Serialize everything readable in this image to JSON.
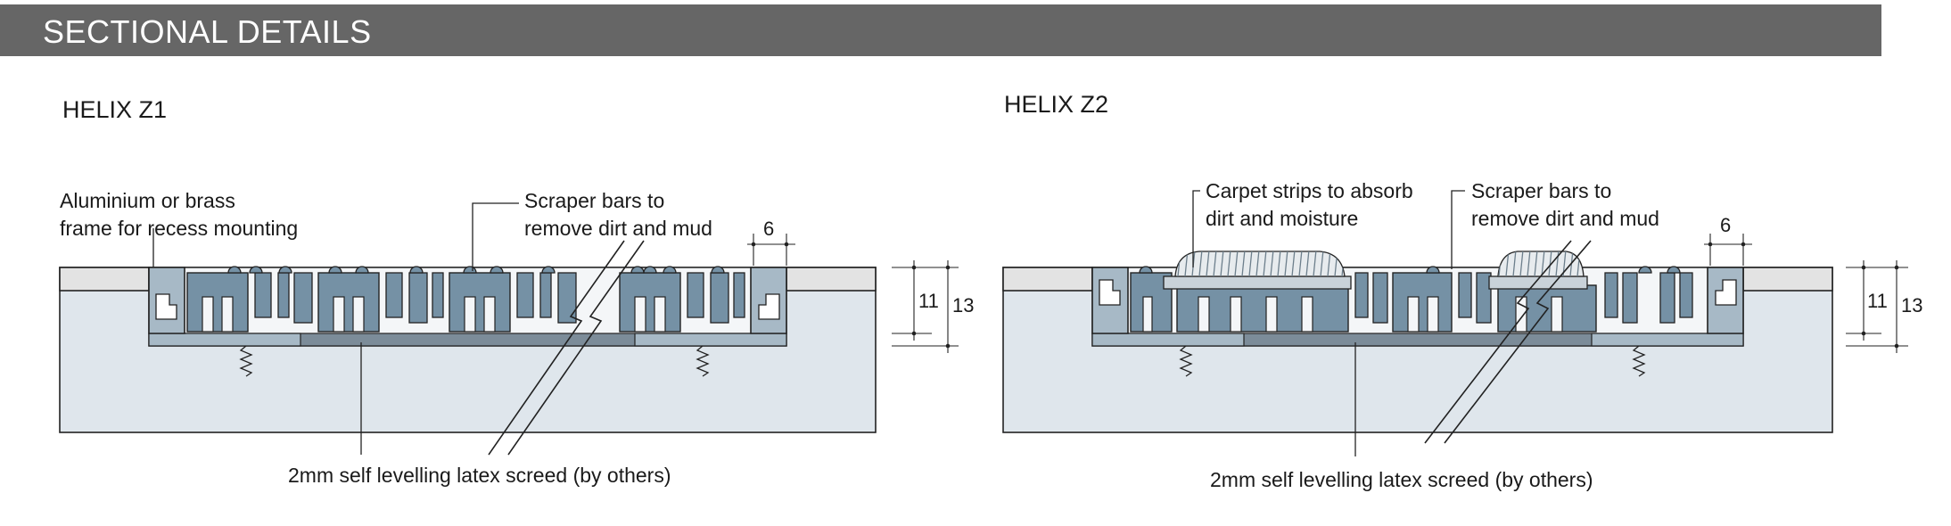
{
  "header": {
    "title": "SECTIONAL DETAILS"
  },
  "z1": {
    "heading": "HELIX Z1",
    "frame_label": [
      "Aluminium or brass",
      "frame for recess mounting"
    ],
    "scraper_label": [
      "Scraper bars to",
      "remove dirt and mud"
    ],
    "screed_label": "2mm self levelling latex screed (by others)",
    "dim_width": "6",
    "dim_inner_height": "11",
    "dim_outer_height": "13"
  },
  "z2": {
    "heading": "HELIX Z2",
    "carpet_label": [
      "Carpet strips to absorb",
      "dirt and moisture"
    ],
    "scraper_label": [
      "Scraper bars to",
      "remove dirt and mud"
    ],
    "screed_label": "2mm self levelling latex screed (by others)",
    "dim_width": "6",
    "dim_inner_height": "11",
    "dim_outer_height": "13"
  },
  "colors": {
    "banner": "#666666",
    "concrete": "#dfe6ec",
    "floor_finish": "#e3e3e3",
    "frame": "#a7b9c6",
    "profile": "#7591a5",
    "profile_dark": "#5d7a8f",
    "screed": "#7c8c99",
    "bristle": "#c9d2d9"
  }
}
